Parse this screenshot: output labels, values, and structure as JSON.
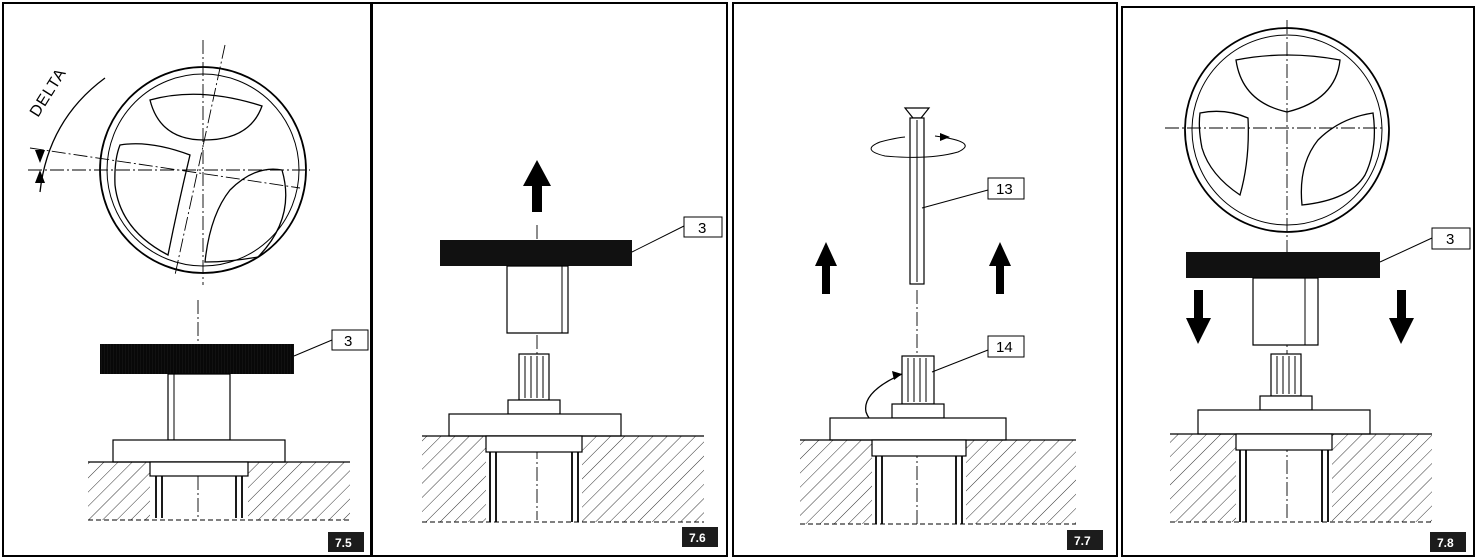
{
  "panels": [
    {
      "figure": "7.5",
      "parts": [
        "3"
      ],
      "annotation": "DELTA"
    },
    {
      "figure": "7.6",
      "parts": [
        "3"
      ]
    },
    {
      "figure": "7.7",
      "parts": [
        "13",
        "14"
      ]
    },
    {
      "figure": "7.8",
      "parts": [
        "3"
      ]
    }
  ]
}
